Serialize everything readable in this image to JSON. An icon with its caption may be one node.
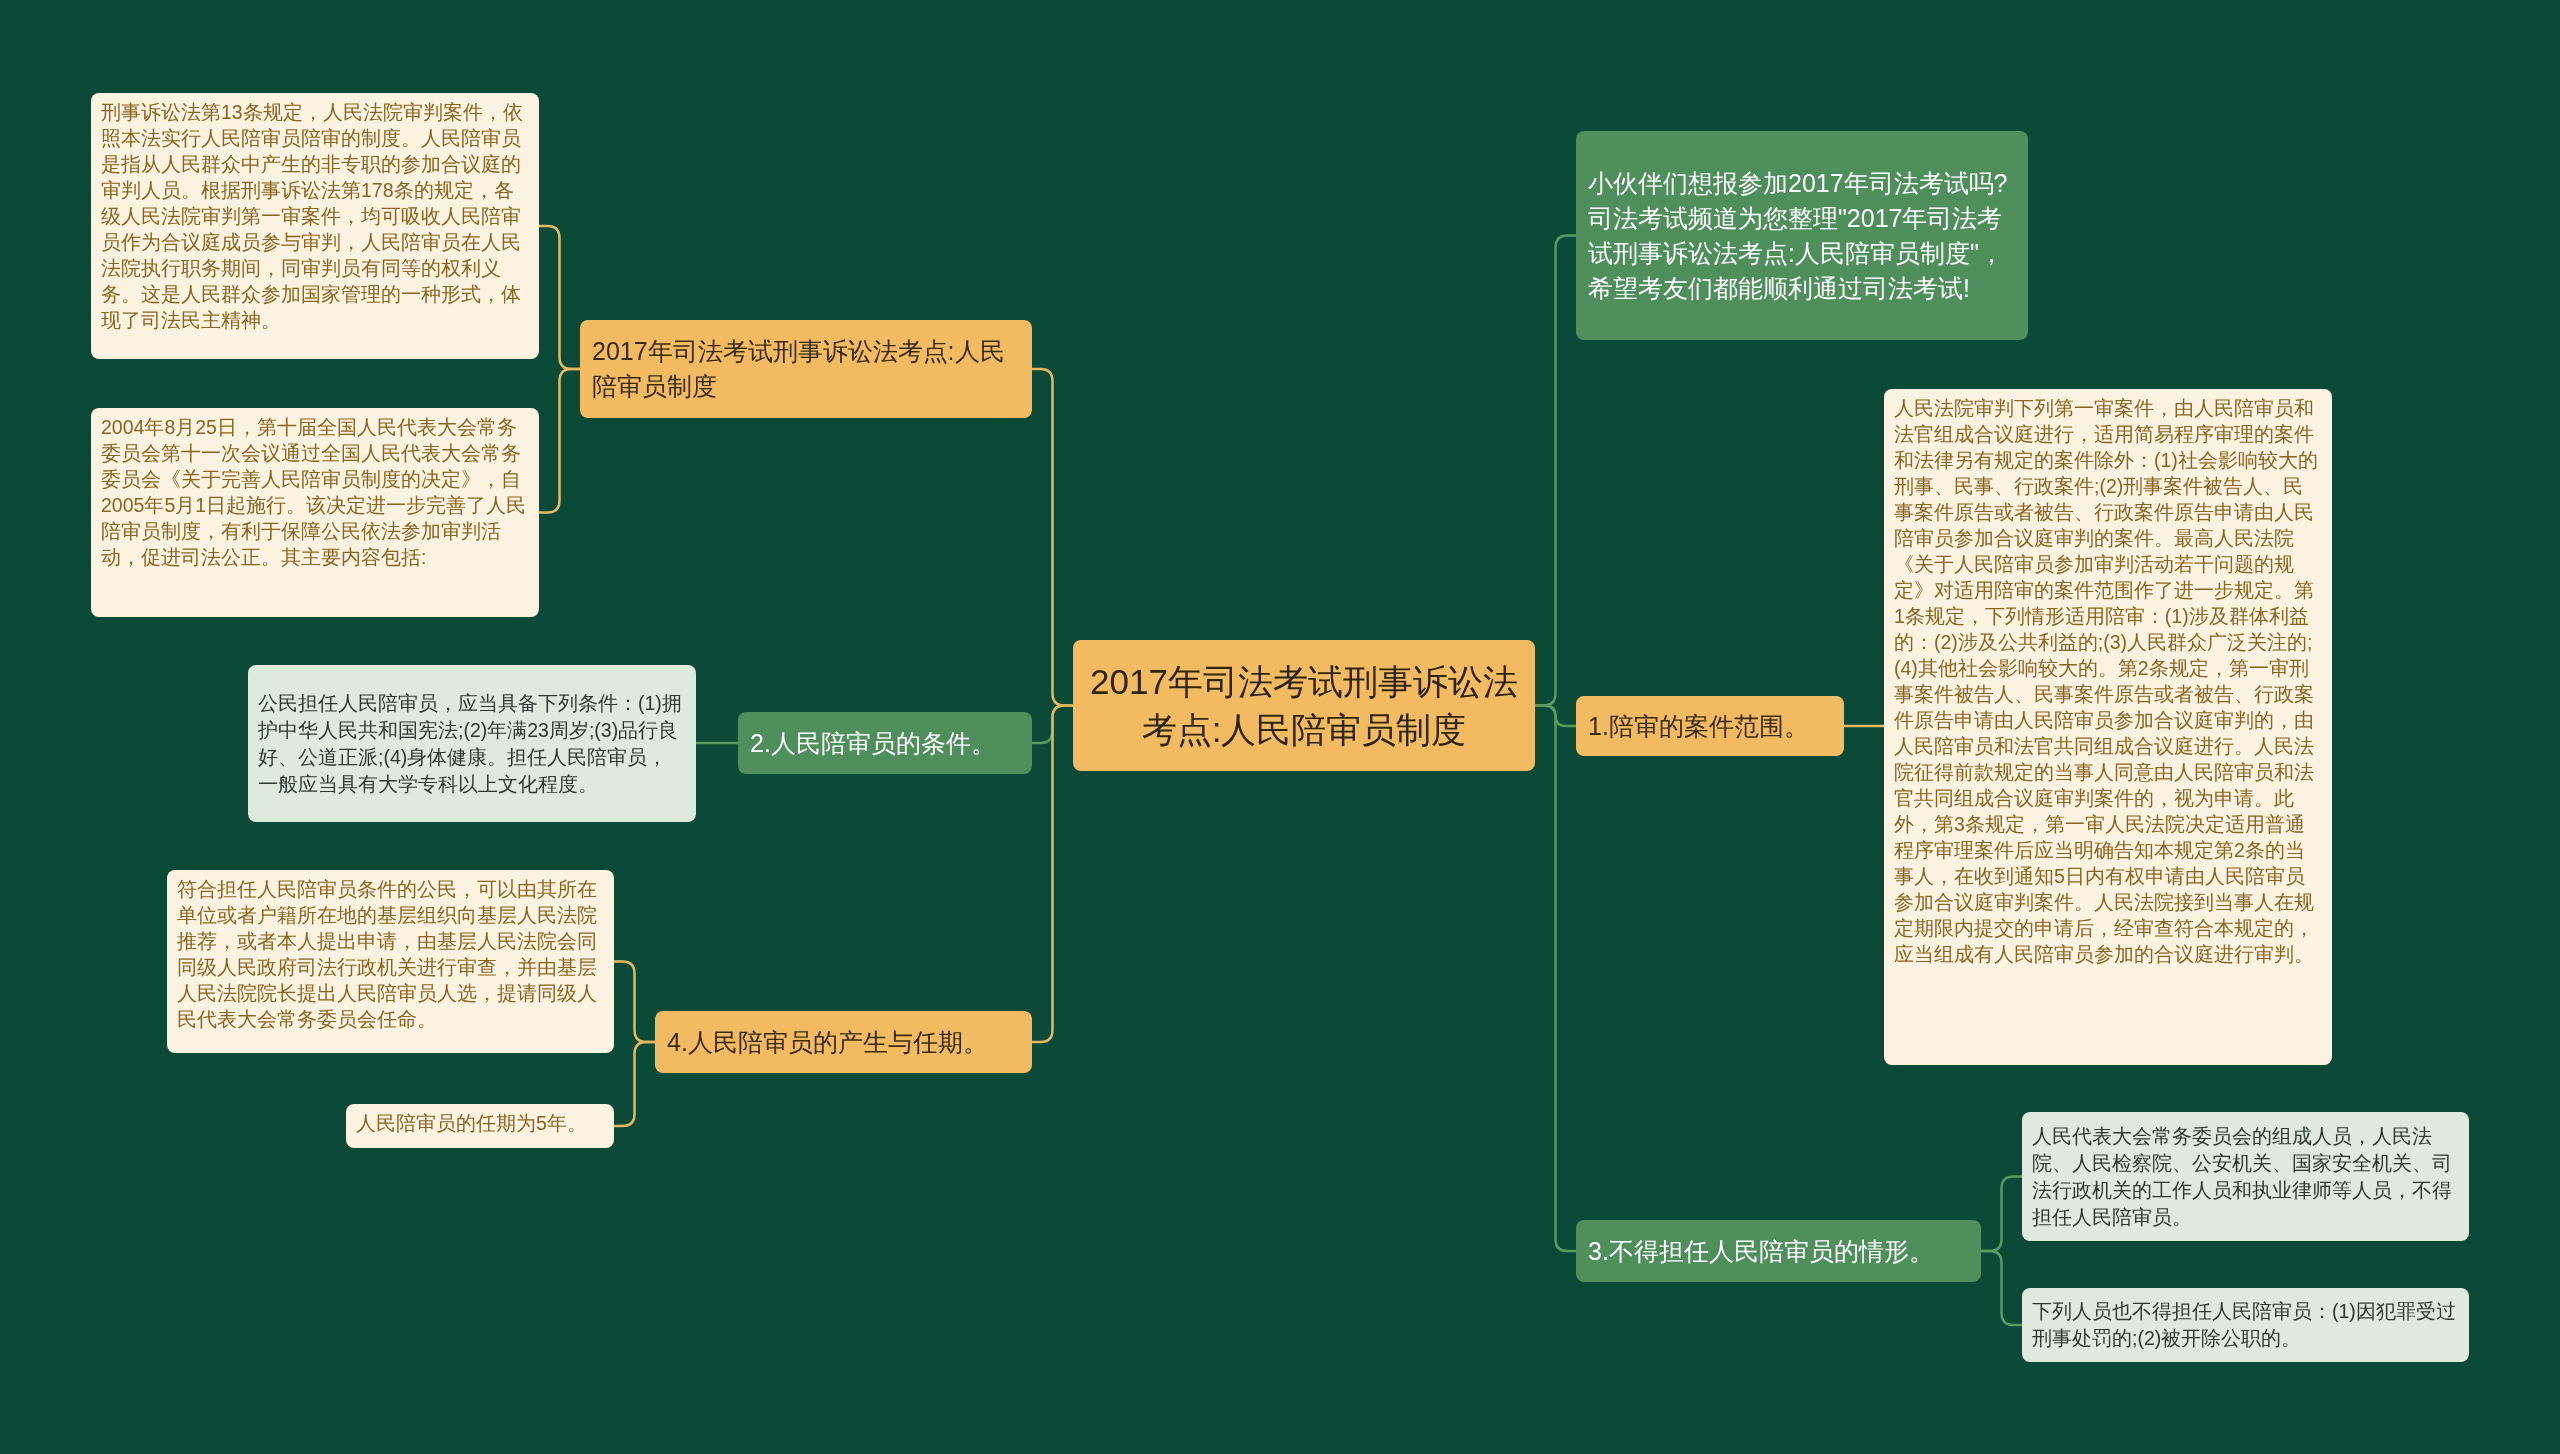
{
  "diagram": {
    "nodes": [
      {
        "text": [
          "2017年司法考试刑事诉讼法考点:人民陪审员制度"
        ]
      },
      {
        "text": [
          "2017年司法考试刑事诉讼法考点:人民陪审员制度"
        ]
      },
      {
        "text": [
          "刑事诉讼法第13条规定，人民法院审判案件，依照本法实行人民陪审员陪审的制度。人民陪审员是指从人民群众中产生的非专职的参加合议庭的审判人员。根据刑事诉讼法第178条的规定，各级人民法院审判第一审案件，均可吸收人民陪审员作为合议庭成员参与审判，人民陪审员在人民法院执行职务期间，同审判员有同等的权利义务。这是人民群众参加国家管理的一种形式，体现了司法民主精神。"
        ]
      },
      {
        "text": [
          "2004年8月25日，第十届全国人民代表大会常务委员会第十一次会议通过全国人民代表大会常务委员会《关于完善人民陪审员制度的决定》，自2005年5月1日起施行。该决定进一步完善了人民陪审员制度，有利于保障公民依法参加审判活动，促进司法公正。其主要内容包括:"
        ]
      },
      {
        "text": [
          "2.人民陪审员的条件。"
        ]
      },
      {
        "text": [
          "公民担任人民陪审员，应当具备下列条件：(1)拥护中华人民共和国宪法;(2)年满23周岁;(3)品行良好、公道正派;(4)身体健康。担任人民陪审员，一般应当具有大学专科以上文化程度。"
        ]
      },
      {
        "text": [
          "4.人民陪审员的产生与任期。"
        ]
      },
      {
        "text": [
          "符合担任人民陪审员条件的公民，可以由其所在单位或者户籍所在地的基层组织向基层人民法院推荐，或者本人提出申请，由基层人民法院会同同级人民政府司法行政机关进行审查，并由基层人民法院院长提出人民陪审员人选，提请同级人民代表大会常务委员会任命。"
        ]
      },
      {
        "text": [
          "人民陪审员的任期为5年。"
        ]
      },
      {
        "text": [
          "小伙伴们想报参加2017年司法考试吗?司法考试频道为您整理\"2017年司法考试刑事诉讼法考点:人民陪审员制度\"，希望考友们都能顺利通过司法考试!"
        ]
      },
      {
        "text": [
          "1.陪审的案件范围。"
        ]
      },
      {
        "text": [
          "人民法院审判下列第一审案件，由人民陪审员和法官组成合议庭进行，适用简易程序审理的案件和法律另有规定的案件除外：(1)社会影响较大的刑事、民事、行政案件;(2)刑事案件被告人、民事案件原告或者被告、行政案件原告申请由人民陪审员参加合议庭审判的案件。最高人民法院《关于人民陪审员参加审判活动若干问题的规定》对适用陪审的案件范围作了进一步规定。第1条规定，下列情形适用陪审：(1)涉及群体利益的：(2)涉及公共利益的;(3)人民群众广泛关注的;(4)其他社会影响较大的。第2条规定，第一审刑事案件被告人、民事案件原告或者被告、行政案件原告申请由人民陪审员参加合议庭审判的，由人民陪审员和法官共同组成合议庭进行。人民法院征得前款规定的当事人同意由人民陪审员和法官共同组成合议庭审判案件的，视为申请。此外，第3条规定，第一审人民法院决定适用普通程序审理案件后应当明确告知本规定第2条的当事人，在收到通知5日内有权申请由人民陪审员参加合议庭审判案件。人民法院接到当事人在规定期限内提交的申请后，经审查符合本规定的，应当组成有人民陪审员参加的合议庭进行审判。"
        ]
      },
      {
        "text": [
          "3.不得担任人民陪审员的情形。"
        ]
      },
      {
        "text": [
          "人民代表大会常务委员会的组成人员，人民法院、人民检察院、公安机关、国家安全机关、司法行政机关的工作人员和执业律师等人员，不得担任人民陪审员。"
        ]
      },
      {
        "text": [
          "下列人员也不得担任人民陪审员：(1)因犯罪受过刑事处罚的;(2)被开除公职的。"
        ]
      }
    ],
    "edges": [
      {
        "from": 0,
        "to": 1,
        "arrow": "none",
        "color": "#e8b85e"
      },
      {
        "from": 1,
        "to": 2,
        "arrow": "none",
        "color": "#e8b85e"
      },
      {
        "from": 1,
        "to": 3,
        "arrow": "none",
        "color": "#e8b85e"
      },
      {
        "from": 0,
        "to": 4,
        "arrow": "none",
        "color": "#5a9a62"
      },
      {
        "from": 4,
        "to": 5,
        "arrow": "none",
        "color": "#5a9a62"
      },
      {
        "from": 0,
        "to": 6,
        "arrow": "none",
        "color": "#e8b85e"
      },
      {
        "from": 6,
        "to": 7,
        "arrow": "none",
        "color": "#e8b85e"
      },
      {
        "from": 6,
        "to": 8,
        "arrow": "none",
        "color": "#e8b85e"
      },
      {
        "from": 0,
        "to": 9,
        "arrow": "none",
        "color": "#5a9a62"
      },
      {
        "from": 0,
        "to": 10,
        "arrow": "none",
        "color": "#5a9a62"
      },
      {
        "from": 10,
        "to": 11,
        "arrow": "none",
        "color": "#e8b85e"
      },
      {
        "from": 0,
        "to": 12,
        "arrow": "none",
        "color": "#5a9a62"
      },
      {
        "from": 12,
        "to": 13,
        "arrow": "none",
        "color": "#5a9a62"
      },
      {
        "from": 12,
        "to": 14,
        "arrow": "none",
        "color": "#5a9a62"
      }
    ]
  }
}
